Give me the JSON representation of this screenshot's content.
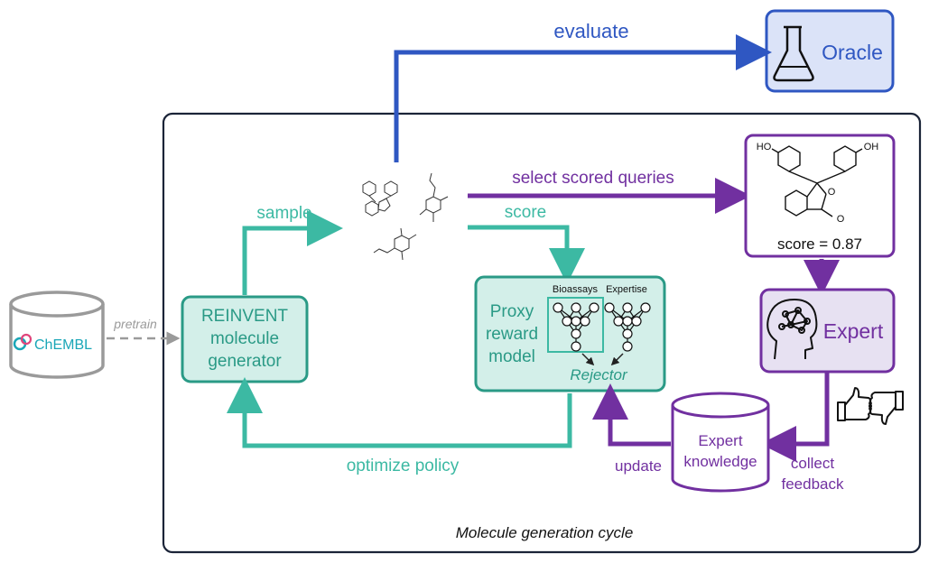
{
  "labels": {
    "evaluate": "evaluate",
    "oracle": "Oracle",
    "select_scored_queries": "select scored queries",
    "sample": "sample",
    "score": "score",
    "pretrain": "pretrain",
    "chembl": "ChEMBL",
    "reinvent_line1": "REINVENT",
    "reinvent_line2": "molecule",
    "reinvent_line3": "generator",
    "proxy_line1": "Proxy",
    "proxy_line2": "reward",
    "proxy_line3": "model",
    "bioassays": "Bioassays",
    "expertise": "Expertise",
    "rejector": "Rejector",
    "score_value": "score = 0.87",
    "expert": "Expert",
    "expert_knowledge_line1": "Expert",
    "expert_knowledge_line2": "knowledge",
    "update": "update",
    "collect_line1": "collect",
    "collect_line2": "feedback",
    "optimize_policy": "optimize policy",
    "cycle_caption": "Molecule generation cycle",
    "mol_label_oh1": "HO",
    "mol_label_oh2": "OH",
    "mol_label_o1": "O",
    "mol_label_o2": "O"
  },
  "colors": {
    "teal": "#3cb9a3",
    "teal_dark": "#2a9a86",
    "teal_fill": "#d3efe9",
    "purple": "#7130a0",
    "purple_fill": "#e7e1f2",
    "blue": "#2f57c2",
    "blue_fill": "#dbe3f8",
    "frame": "#1b2438",
    "gray": "#9a9a9a",
    "chembl": "#1aa6b7"
  },
  "icons": [
    "flask-icon",
    "brain-head-icon",
    "thumbs-up-icon",
    "thumbs-down-icon",
    "chembl-logo-icon"
  ]
}
